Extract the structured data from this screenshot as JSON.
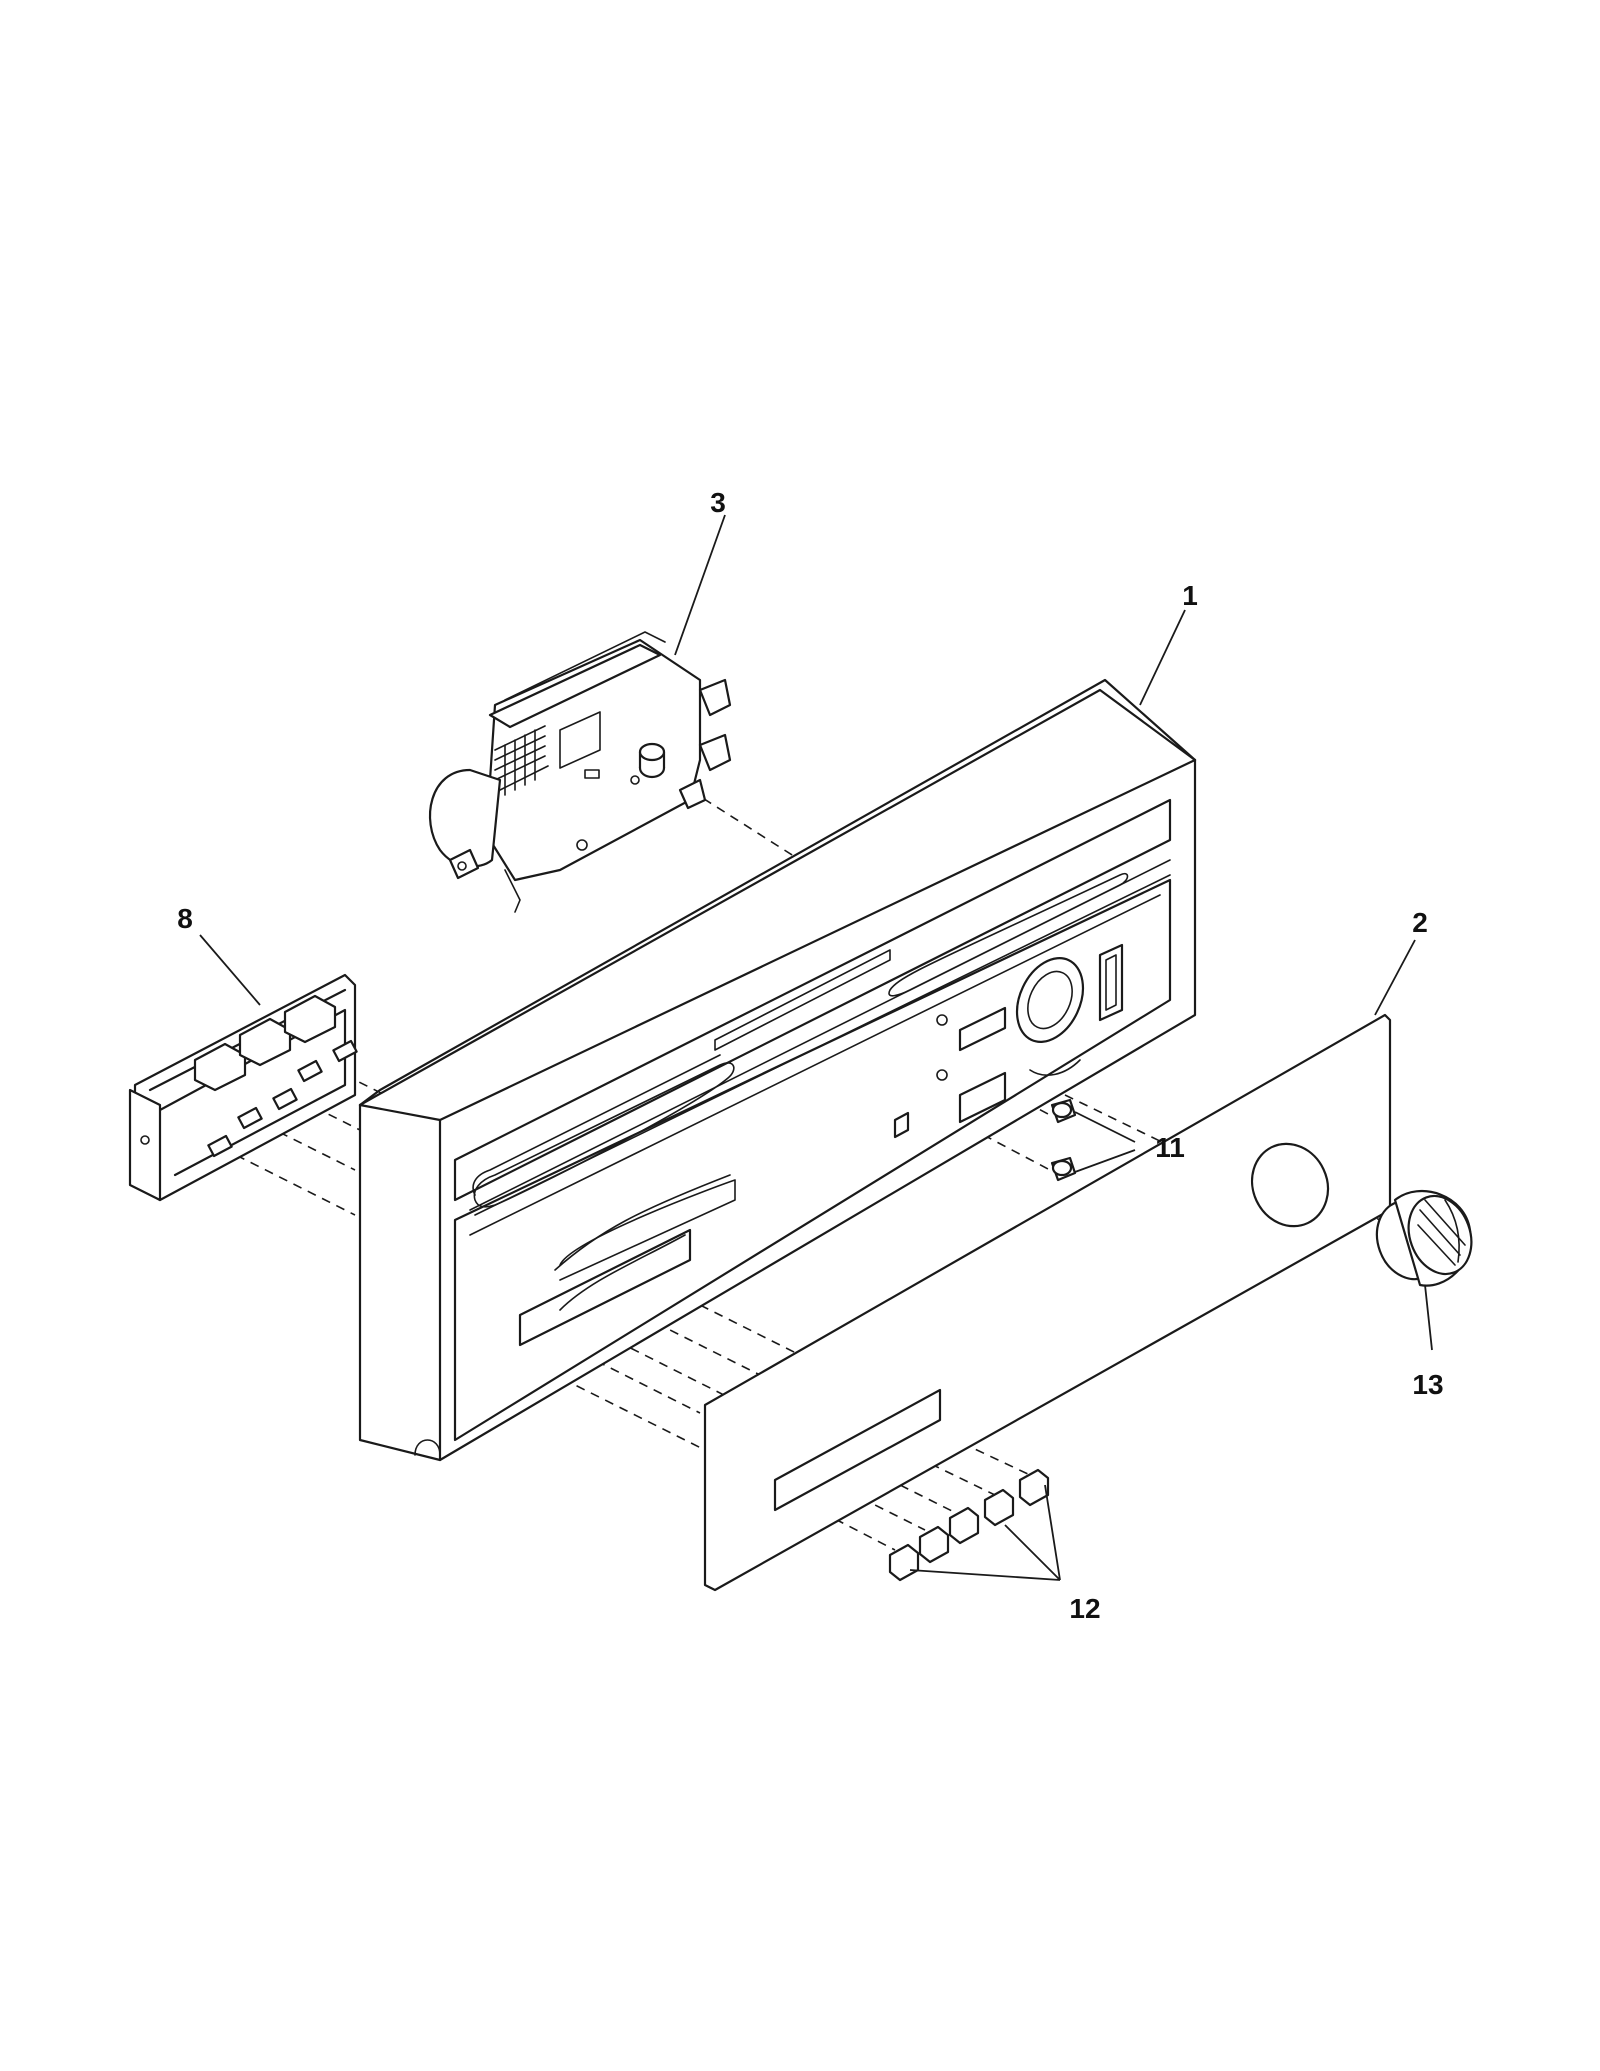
{
  "diagram": {
    "part_labels": [
      {
        "id": "console-panel",
        "number": "1"
      },
      {
        "id": "overlay-panel",
        "number": "2"
      },
      {
        "id": "timer",
        "number": "3"
      },
      {
        "id": "push-button-switch",
        "number": "8"
      },
      {
        "id": "screws",
        "number": "11"
      },
      {
        "id": "push-buttons",
        "number": "12"
      },
      {
        "id": "knob",
        "number": "13"
      }
    ]
  }
}
